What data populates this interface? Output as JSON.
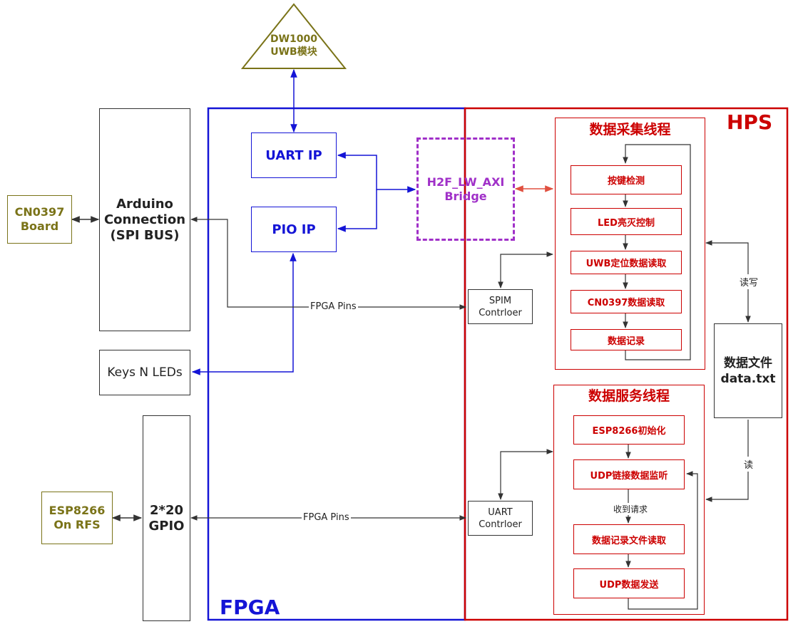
{
  "colors": {
    "fpga": "#1414d6",
    "hps": "#cc0000",
    "bridge": "#a030c8",
    "module": "#7a7318",
    "line": "#333333",
    "hps_arrow": "#e05040"
  },
  "external": {
    "dw1000": "DW1000\nUWB模块",
    "cn0397": "CN0397\nBoard",
    "esp8266": "ESP8266\nOn RFS",
    "arduino": "Arduino\nConnection\n(SPI BUS)",
    "keys": "Keys N LEDs",
    "gpio": "2*20\nGPIO"
  },
  "fpga": {
    "title": "FPGA",
    "uart_ip": "UART IP",
    "pio_ip": "PIO IP"
  },
  "bridge": "H2F_LW_AXI\nBridge",
  "hps": {
    "title": "HPS",
    "spim": "SPIM\nContrloer",
    "uart": "UART\nContrloer",
    "collect_thread": {
      "title": "数据采集线程",
      "steps": [
        "按键检测",
        "LED亮灭控制",
        "UWB定位数据读取",
        "CN0397数据读取",
        "数据记录"
      ]
    },
    "service_thread": {
      "title": "数据服务线程",
      "steps": [
        "ESP8266初始化",
        "UDP链接数据监听",
        "数据记录文件读取",
        "UDP数据发送"
      ],
      "request_label": "收到请求"
    },
    "data_file": "数据文件\ndata.txt",
    "read_write": "读写",
    "read": "读"
  },
  "pins": {
    "spi_label": "FPGA Pins",
    "gpio_label": "FPGA Pins"
  }
}
